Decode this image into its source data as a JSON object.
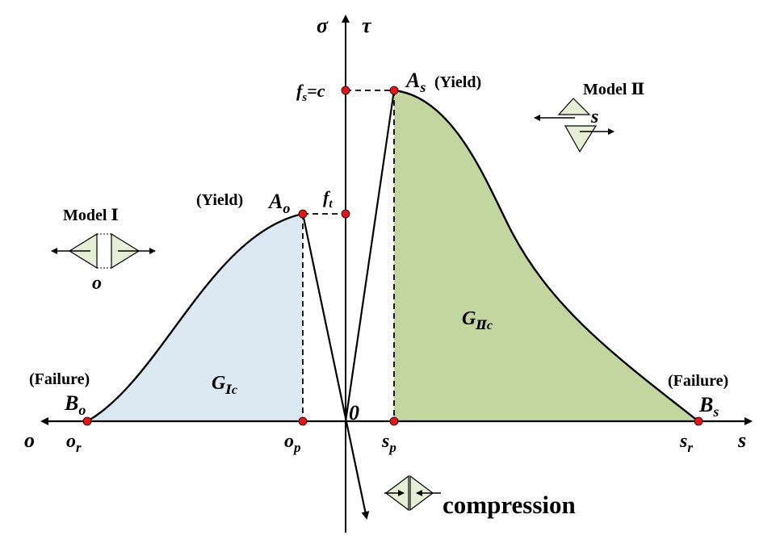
{
  "axes": {
    "y_label_sigma": "σ",
    "y_label_tau": "τ",
    "x_label_left": "o",
    "x_label_right": "s",
    "origin": "0"
  },
  "points": {
    "as_main": "A",
    "as_sub": "s",
    "as_note": "(Yield)",
    "ao_main": "A",
    "ao_sub": "o",
    "ao_note": "(Yield)",
    "bo_main": "B",
    "bo_sub": "o",
    "bo_note": "(Failure)",
    "bs_main": "B",
    "bs_sub": "s",
    "bs_note": "(Failure)"
  },
  "ticks": {
    "fs_label": "f",
    "fs_sub": "s",
    "fs_eq": "=c",
    "ft_label": "f",
    "ft_sub": "t",
    "or_main": "o",
    "or_sub": "r",
    "op_main": "o",
    "op_sub": "p",
    "sp_main": "s",
    "sp_sub": "p",
    "sr_main": "s",
    "sr_sub": "r"
  },
  "regions": {
    "g1_main": "G",
    "g1_sub": "Ⅰc",
    "g2_main": "G",
    "g2_sub": "Ⅱc"
  },
  "models": {
    "model1_title": "Model Ⅰ",
    "model1_letter": "o",
    "model2_title": "Model Ⅱ",
    "model2_letter": "s",
    "compression_label": "compression"
  },
  "colors": {
    "mode1_fill": "#dce9f2",
    "mode2_fill": "#c4d6a0",
    "point": "#e8141c",
    "icon_fill": "#e6efd6",
    "line": "#000000"
  }
}
